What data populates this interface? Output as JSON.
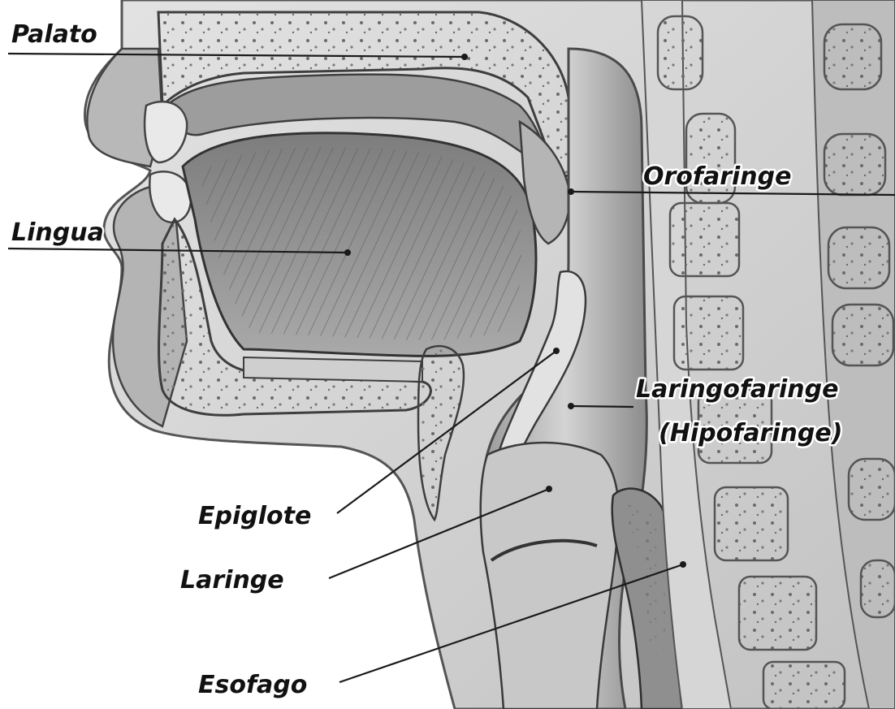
{
  "labels": {
    "palato": "Palato",
    "lingua": "Lingua",
    "orofaringe": "Orofaringe",
    "laringofaringe_line1": "Laringofaringe",
    "laringofaringe_line2": "(Hipofaringe)",
    "epiglote": "Epiglote",
    "laringe": "Laringe",
    "esofago": "Esofago"
  }
}
